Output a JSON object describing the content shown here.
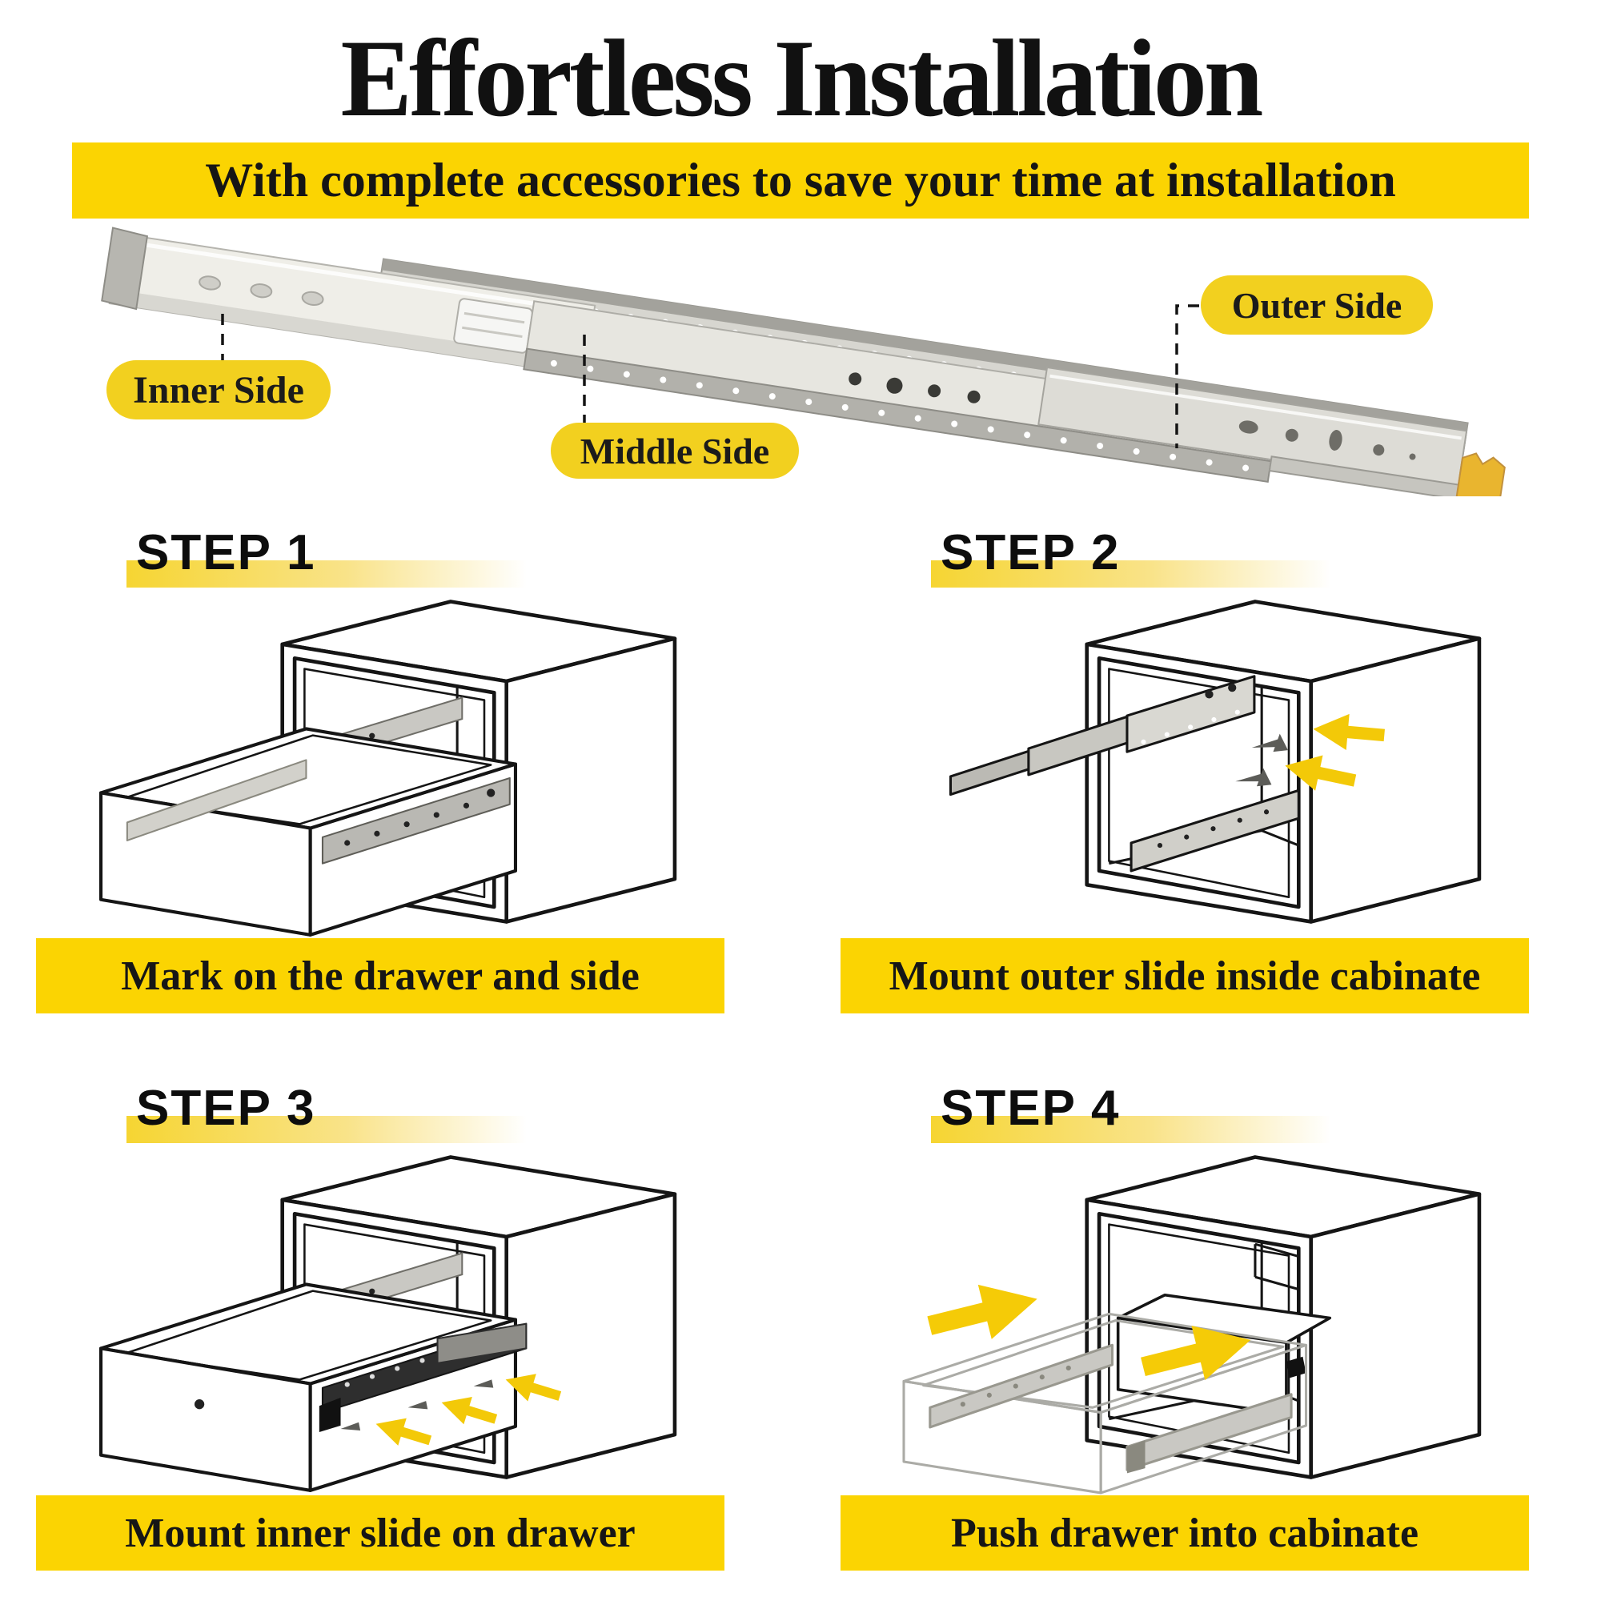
{
  "title": "Effortless Installation",
  "banner": {
    "text": "With complete accessories to save your time at installation"
  },
  "hero": {
    "labels": {
      "inner": "Inner Side",
      "middle": "Middle Side",
      "outer": "Outer Side"
    }
  },
  "steps": [
    {
      "heading": "STEP 1",
      "caption": "Mark on the drawer and side"
    },
    {
      "heading": "STEP 2",
      "caption": "Mount outer slide inside cabinate"
    },
    {
      "heading": "STEP 3",
      "caption": "Mount inner slide on drawer"
    },
    {
      "heading": "STEP 4",
      "caption": "Push drawer into cabinate"
    }
  ],
  "colors": {
    "accent_yellow": "#FBD402",
    "pill_yellow": "#F2D01F",
    "arrow_yellow": "#F3C908",
    "rail_end_cap": "#E9B52F",
    "text_black": "#111111"
  }
}
